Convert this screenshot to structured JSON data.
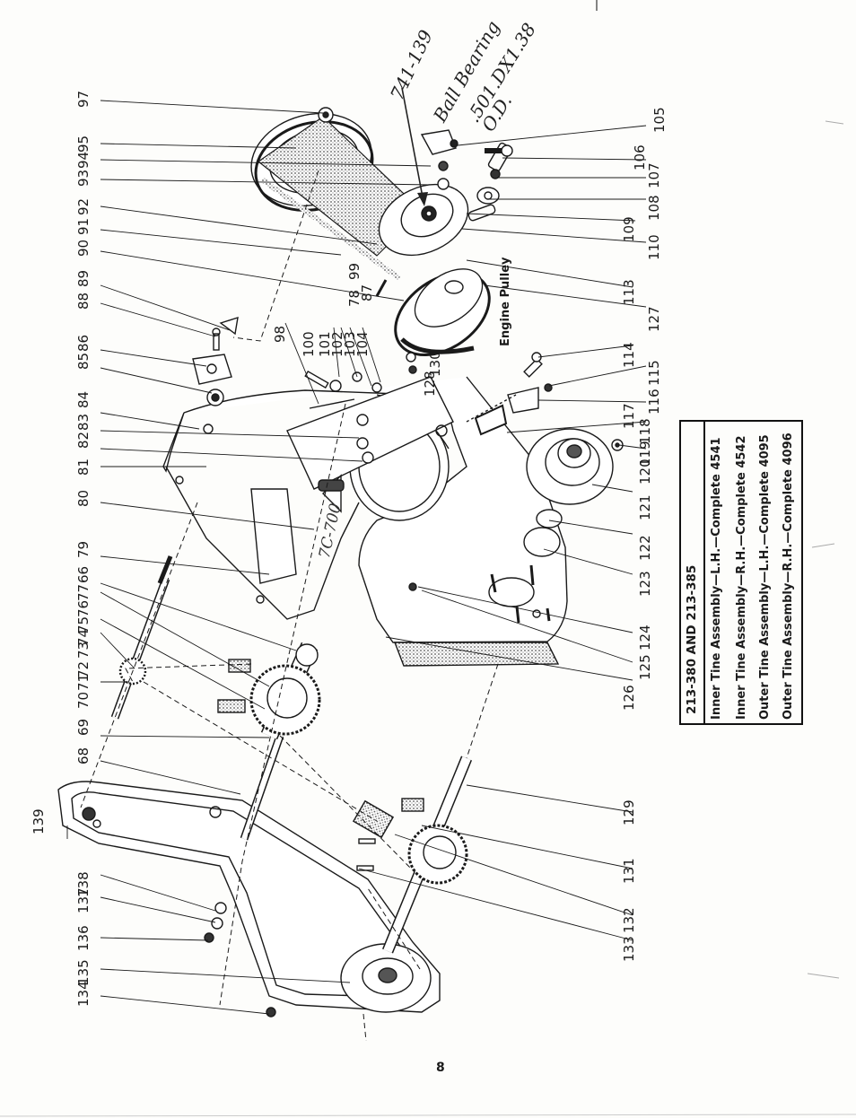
{
  "diagram": {
    "engine_label": "Engine Pulley",
    "page_number": "8",
    "stamp": "7C-700",
    "handwritten": [
      "741-139",
      "Ball Bearing",
      ".501.DX1.38",
      "O.D."
    ]
  },
  "parts_table": {
    "title": "213-380 AND 213-385",
    "rows": [
      "Inner Tine Assembly—L.H.—Complete 4541",
      "Inner Tine Assembly—R.H.—Complete 4542",
      "Outer Tine Assembly—L.H.—Complete 4095",
      "Outer Tine Assembly—R.H.—Complete 4096"
    ]
  },
  "callouts": {
    "left_column": [
      "97",
      "95",
      "94",
      "93",
      "92",
      "91",
      "90",
      "89",
      "88",
      "86",
      "85",
      "84",
      "83",
      "82",
      "81",
      "80",
      "79",
      "66",
      "77",
      "76",
      "75",
      "74",
      "73",
      "72",
      "71",
      "70",
      "69",
      "68",
      "139",
      "138",
      "137",
      "136",
      "135",
      "134"
    ],
    "center": [
      "100",
      "101",
      "102",
      "103",
      "104",
      "98",
      "99",
      "87",
      "78",
      "128",
      "130"
    ],
    "right_column": [
      "105",
      "106",
      "107",
      "108",
      "109",
      "110",
      "113",
      "127",
      "114",
      "115",
      "116",
      "117",
      "118",
      "119",
      "120",
      "121",
      "122",
      "123",
      "124",
      "125",
      "126",
      "129",
      "131",
      "132",
      "133"
    ]
  },
  "colors": {
    "ink": "#1a1a1a",
    "paper": "#fdfdfb",
    "shade": "#8a8a8a"
  }
}
